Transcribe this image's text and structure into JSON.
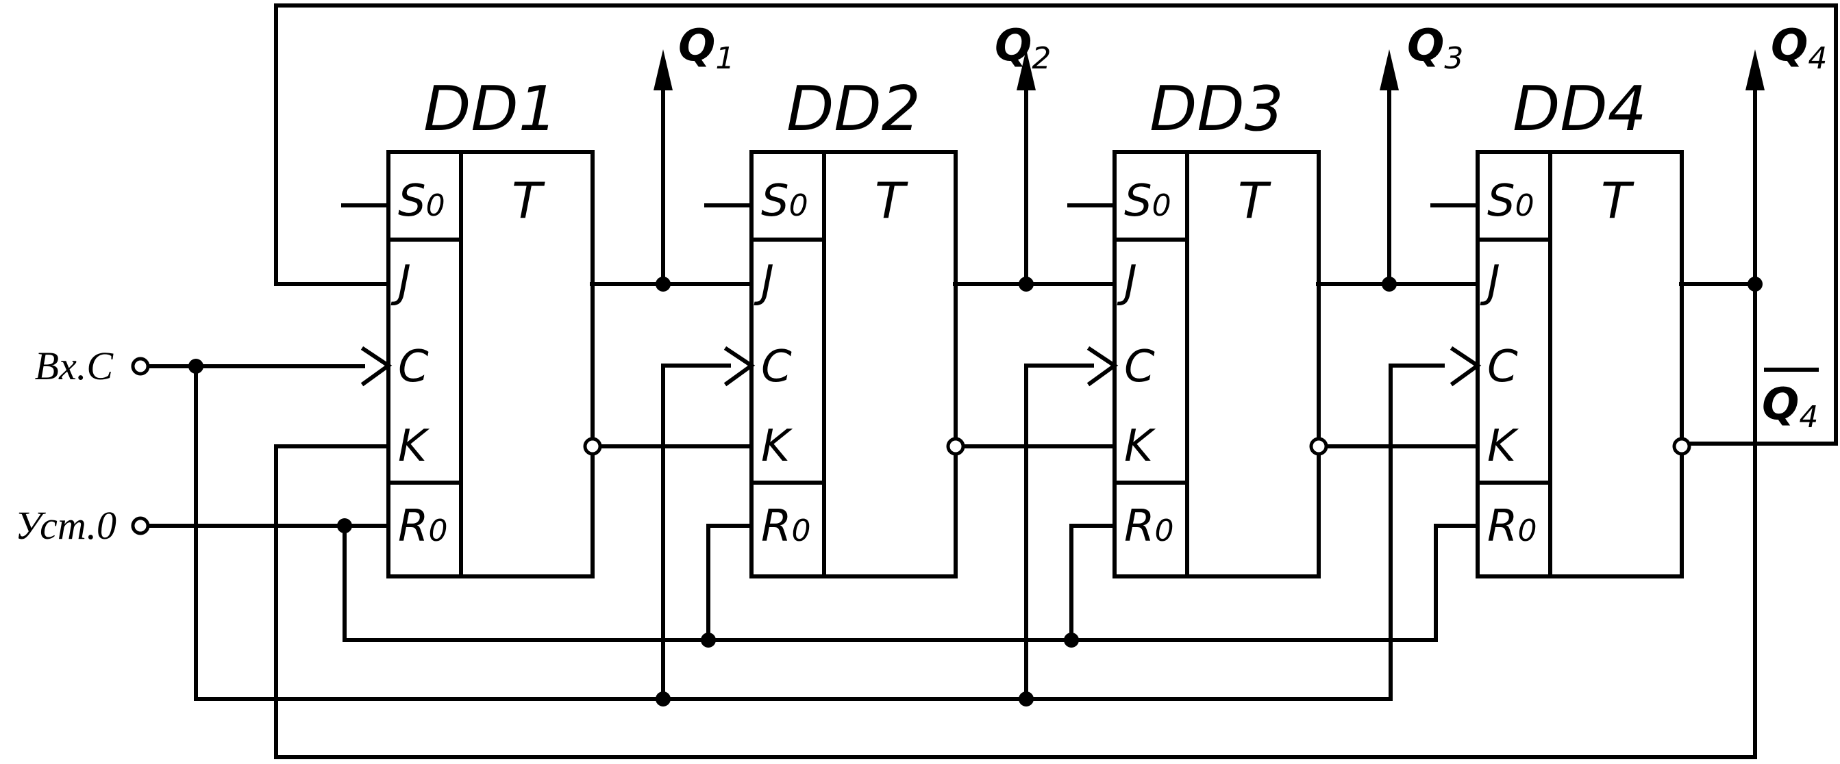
{
  "inputs": {
    "clock_label": "Bx.C",
    "reset_label": "Уст.0"
  },
  "flipflops": [
    {
      "name": "DD1",
      "type_label": "T",
      "pins": {
        "s": "S",
        "s_sub": "0",
        "j": "J",
        "c": "C",
        "k": "K",
        "r": "R",
        "r_sub": "0"
      }
    },
    {
      "name": "DD2",
      "type_label": "T",
      "pins": {
        "s": "S",
        "s_sub": "0",
        "j": "J",
        "c": "C",
        "k": "K",
        "r": "R",
        "r_sub": "0"
      }
    },
    {
      "name": "DD3",
      "type_label": "T",
      "pins": {
        "s": "S",
        "s_sub": "0",
        "j": "J",
        "c": "C",
        "k": "K",
        "r": "R",
        "r_sub": "0"
      }
    },
    {
      "name": "DD4",
      "type_label": "T",
      "pins": {
        "s": "S",
        "s_sub": "0",
        "j": "J",
        "c": "C",
        "k": "K",
        "r": "R",
        "r_sub": "0"
      }
    }
  ],
  "outputs": [
    {
      "label": "Q",
      "sub": "1"
    },
    {
      "label": "Q",
      "sub": "2"
    },
    {
      "label": "Q",
      "sub": "3"
    },
    {
      "label": "Q",
      "sub": "4"
    }
  ],
  "inverted_output": {
    "label": "Q",
    "sub": "4"
  }
}
